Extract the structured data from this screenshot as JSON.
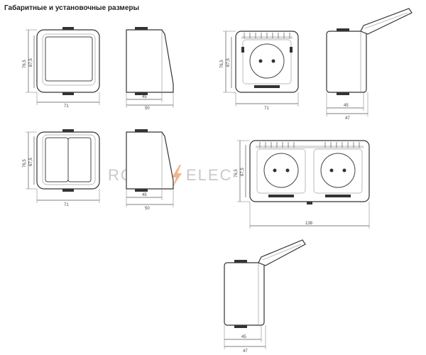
{
  "title": "Габаритные и установочные размеры",
  "watermark": {
    "left": "ROS",
    "right": "ELEC"
  },
  "views": {
    "switch1_front": {
      "height_outer": "76,5",
      "height_inner": "67,5",
      "width": "71"
    },
    "switch1_side": {
      "depth_inner": "45",
      "depth_outer": "50"
    },
    "switch2_front": {
      "height_outer": "76,5",
      "height_inner": "67,5",
      "width": "71"
    },
    "switch2_side": {
      "depth_inner": "45",
      "depth_outer": "50"
    },
    "socket1_front": {
      "height_outer": "76,5",
      "height_inner": "67,5",
      "width": "71"
    },
    "socket1_side": {
      "depth_inner": "45",
      "depth_outer": "47"
    },
    "socket2_front": {
      "height_outer": "76,5",
      "height_inner": "67,5",
      "width": "138"
    },
    "socket2_side": {
      "depth_inner": "45",
      "depth_outer": "47"
    }
  },
  "colors": {
    "watermark": "#c9c9c9",
    "watermark_accent": "#f2b48a"
  }
}
